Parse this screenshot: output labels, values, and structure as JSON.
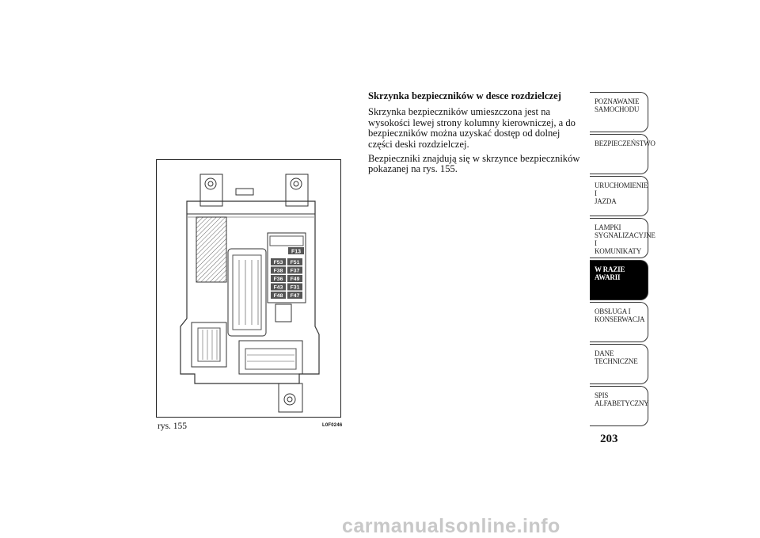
{
  "section": {
    "heading": "Skrzynka bezpieczników w desce rozdzielczej",
    "paragraphs": [
      "Skrzynka bezpieczników umieszczona jest na wysokości lewej strony kolumny kierowniczej, a do bezpieczników można uzyskać dostęp od dolnej części deski rozdzielczej.",
      "Bezpieczniki znajdują się w skrzynce bezpieczników pokazanej na rys. 155."
    ]
  },
  "figure": {
    "caption": "rys. 155",
    "code": "L0F0246",
    "fuses": {
      "top": "F13",
      "left": [
        "F53",
        "F38",
        "F36",
        "F43",
        "F48"
      ],
      "right": [
        "F51",
        "F37",
        "F49",
        "F31",
        "F47"
      ]
    }
  },
  "tabs": [
    {
      "label": "POZNAWANIE\nSAMOCHODU",
      "active": false
    },
    {
      "label": "BEZPIECZEŃSTWO",
      "active": false
    },
    {
      "label": "URUCHOMIENIE I\nJAZDA",
      "active": false
    },
    {
      "label": "LAMPKI\nSYGNALIZACYJNE\nI KOMUNIKATY",
      "active": false
    },
    {
      "label": "W RAZIE AWARII",
      "active": true
    },
    {
      "label": "OBSŁUGA I\nKONSERWACJA",
      "active": false
    },
    {
      "label": "DANE\nTECHNICZNE",
      "active": false
    },
    {
      "label": "SPIS\nALFABETYCZNY",
      "active": false
    }
  ],
  "page_number": "203",
  "watermark": "carmanualsonline.info"
}
